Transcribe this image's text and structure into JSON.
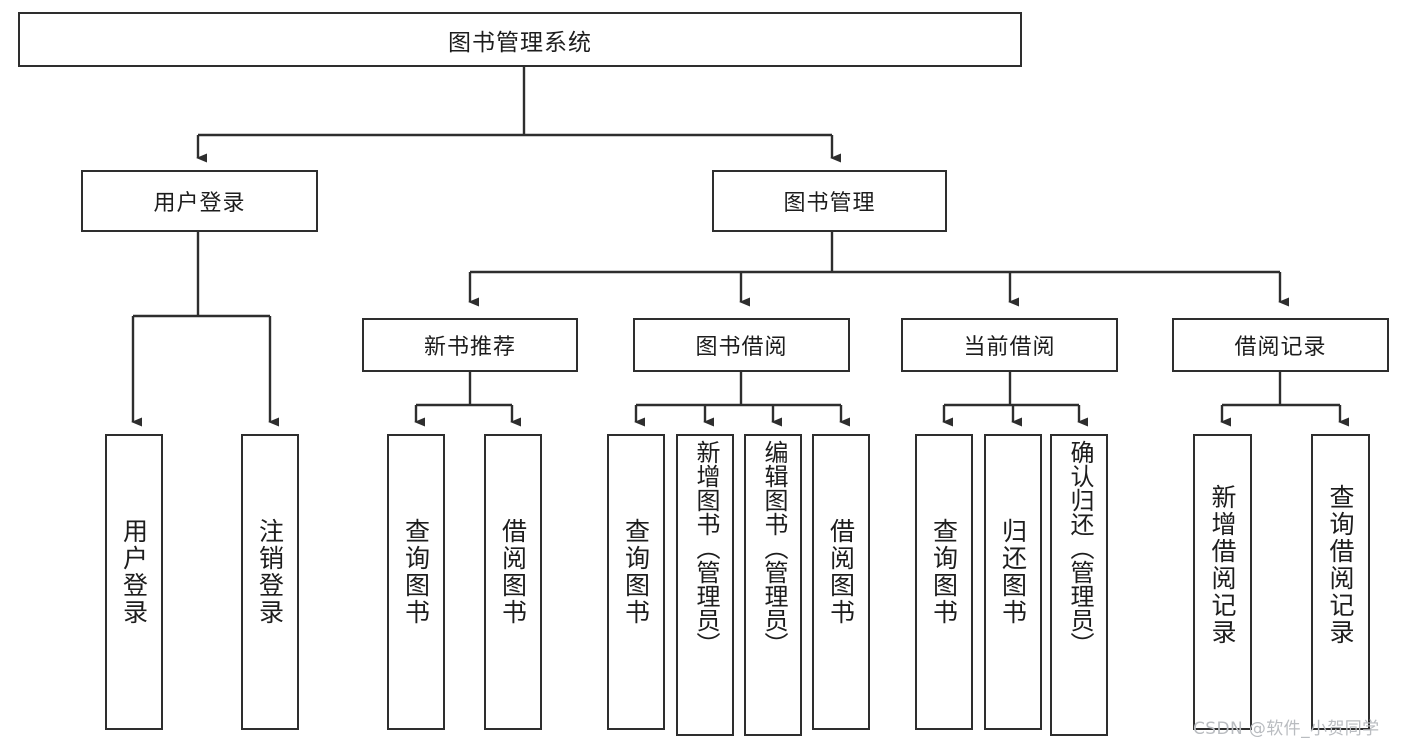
{
  "diagram": {
    "type": "hierarchical-tree-chart",
    "title": "图书管理系统",
    "root": {
      "label": "图书管理系统"
    },
    "level2": [
      {
        "label": "用户登录"
      },
      {
        "label": "图书管理"
      }
    ],
    "level3": [
      {
        "label": "新书推荐"
      },
      {
        "label": "图书借阅"
      },
      {
        "label": "当前借阅"
      },
      {
        "label": "借阅记录"
      }
    ],
    "leaves": {
      "user_login": [
        {
          "label": "用户登录"
        },
        {
          "label": "注销登录"
        }
      ],
      "new_book_recommend": [
        {
          "label": "查询图书"
        },
        {
          "label": "借阅图书"
        }
      ],
      "book_borrow": [
        {
          "label": "查询图书"
        },
        {
          "label": "新增图书（管理员）"
        },
        {
          "label": "编辑图书（管理员）"
        },
        {
          "label": "借阅图书"
        }
      ],
      "current_borrow": [
        {
          "label": "查询图书"
        },
        {
          "label": "归还图书"
        },
        {
          "label": "确认归还（管理员）"
        }
      ],
      "borrow_record": [
        {
          "label": "新增借阅记录"
        },
        {
          "label": "查询借阅记录"
        }
      ]
    }
  },
  "watermark": {
    "text": "CSDN @软件_小贺同学"
  },
  "colors": {
    "stroke": "#2e2e2e",
    "box_fill": "#ffffff",
    "text": "#1d1d1d",
    "watermark": "#b9bcc0"
  }
}
